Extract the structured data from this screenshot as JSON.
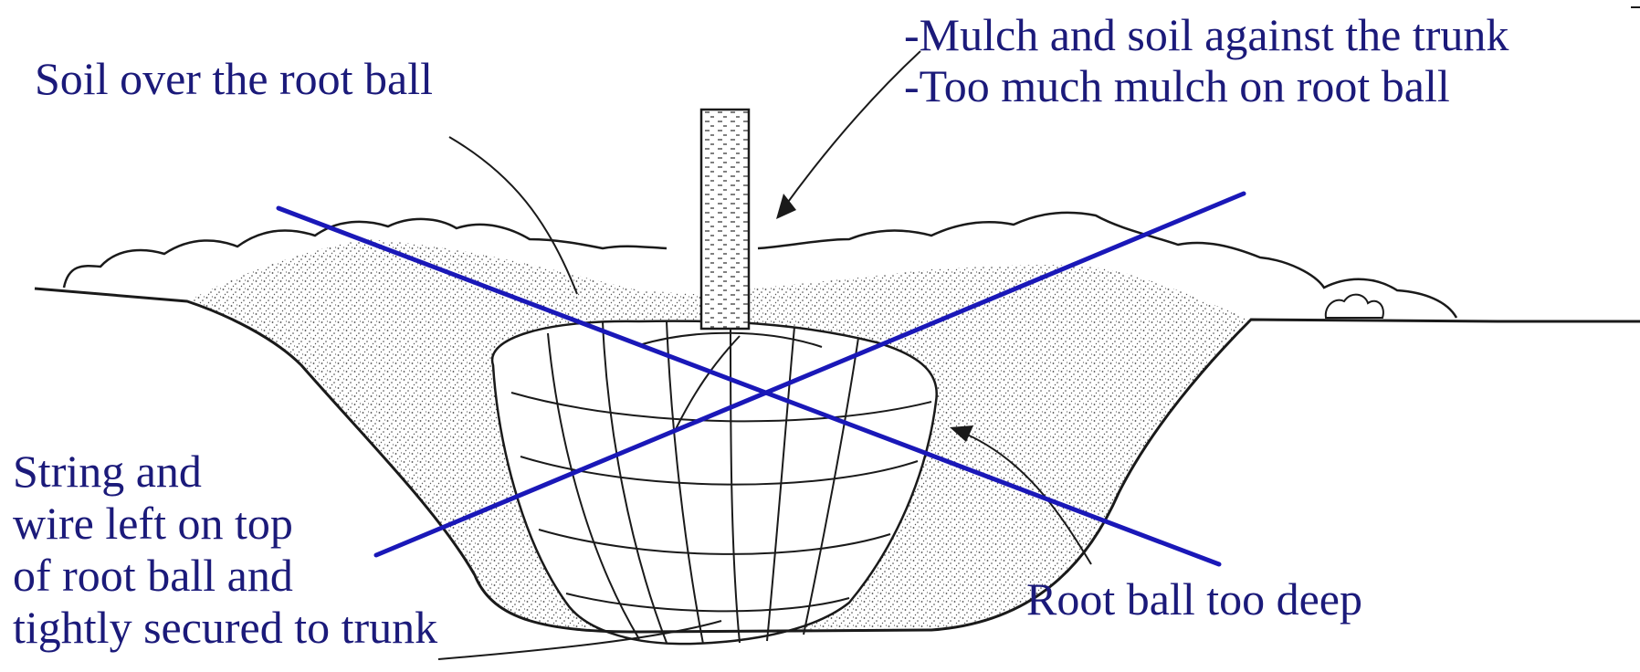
{
  "labels": {
    "soil_over_root_ball": "Soil over the root ball",
    "mulch_line_1": "-Mulch and soil against the trunk",
    "mulch_line_2": "-Too much mulch on root ball",
    "string_wire": [
      "String and",
      "wire left on top",
      "of root ball and",
      "tightly secured to trunk"
    ],
    "root_ball_too_deep": "Root ball too deep"
  },
  "colors": {
    "label_text": "#1b1a7a",
    "cross_lines": "#1a18b8",
    "ink": "#1a1a1a"
  }
}
